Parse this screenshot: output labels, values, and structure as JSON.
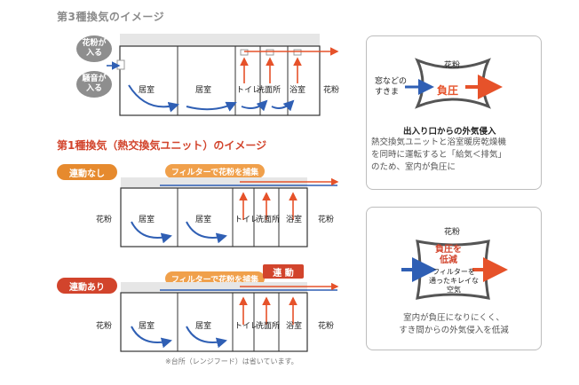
{
  "section1": {
    "title": "第3種換気のイメージ",
    "pollen_in": [
      "花粉が",
      "入る"
    ],
    "noise_in": [
      "騒音が",
      "入る"
    ],
    "rooms": [
      "居室",
      "居室",
      "トイレ",
      "洗面所",
      "浴室"
    ],
    "outside": "花粉"
  },
  "section2": {
    "title": "第1種換気（熱交換気ユニット）のイメージ",
    "badge": "連動なし",
    "filter_label": "フィルターで花粉を捕集",
    "outside_left": "花粉",
    "rooms": [
      "居室",
      "居室",
      "トイレ",
      "洗面所",
      "浴室"
    ],
    "outside_right": "花粉"
  },
  "section3": {
    "badge": "連動あり",
    "filter_label": "フィルターで花粉を捕集",
    "link_tag": "連 動",
    "outside_left": "花粉",
    "rooms": [
      "居室",
      "居室",
      "トイレ",
      "洗面所",
      "浴室"
    ],
    "outside_right": "花粉",
    "footnote": "※台所（レンジフード）は省いています。"
  },
  "panel_top": {
    "pollen": "花粉",
    "gap_label": [
      "窓などの",
      "すきま"
    ],
    "pressure": "負圧",
    "caption_bold": "出入り口からの外気侵入",
    "caption": [
      "熱交換気ユニットと浴室暖房乾燥機",
      "を同時に運転すると「給気＜排気」",
      "のため、室内が負圧に"
    ]
  },
  "panel_bottom": {
    "pollen": "花粉",
    "pressure": [
      "負圧を",
      "低減"
    ],
    "filter": [
      "フィルターを",
      "通ったキレイな",
      "空気"
    ],
    "caption": [
      "室内が負圧になりにくく、",
      "すき間からの外気侵入を低減"
    ]
  },
  "colors": {
    "blue": "#2f5fb4",
    "orange": "#e6522a",
    "badge_orange": "#e68a2e",
    "badge_red": "#d2442c"
  }
}
